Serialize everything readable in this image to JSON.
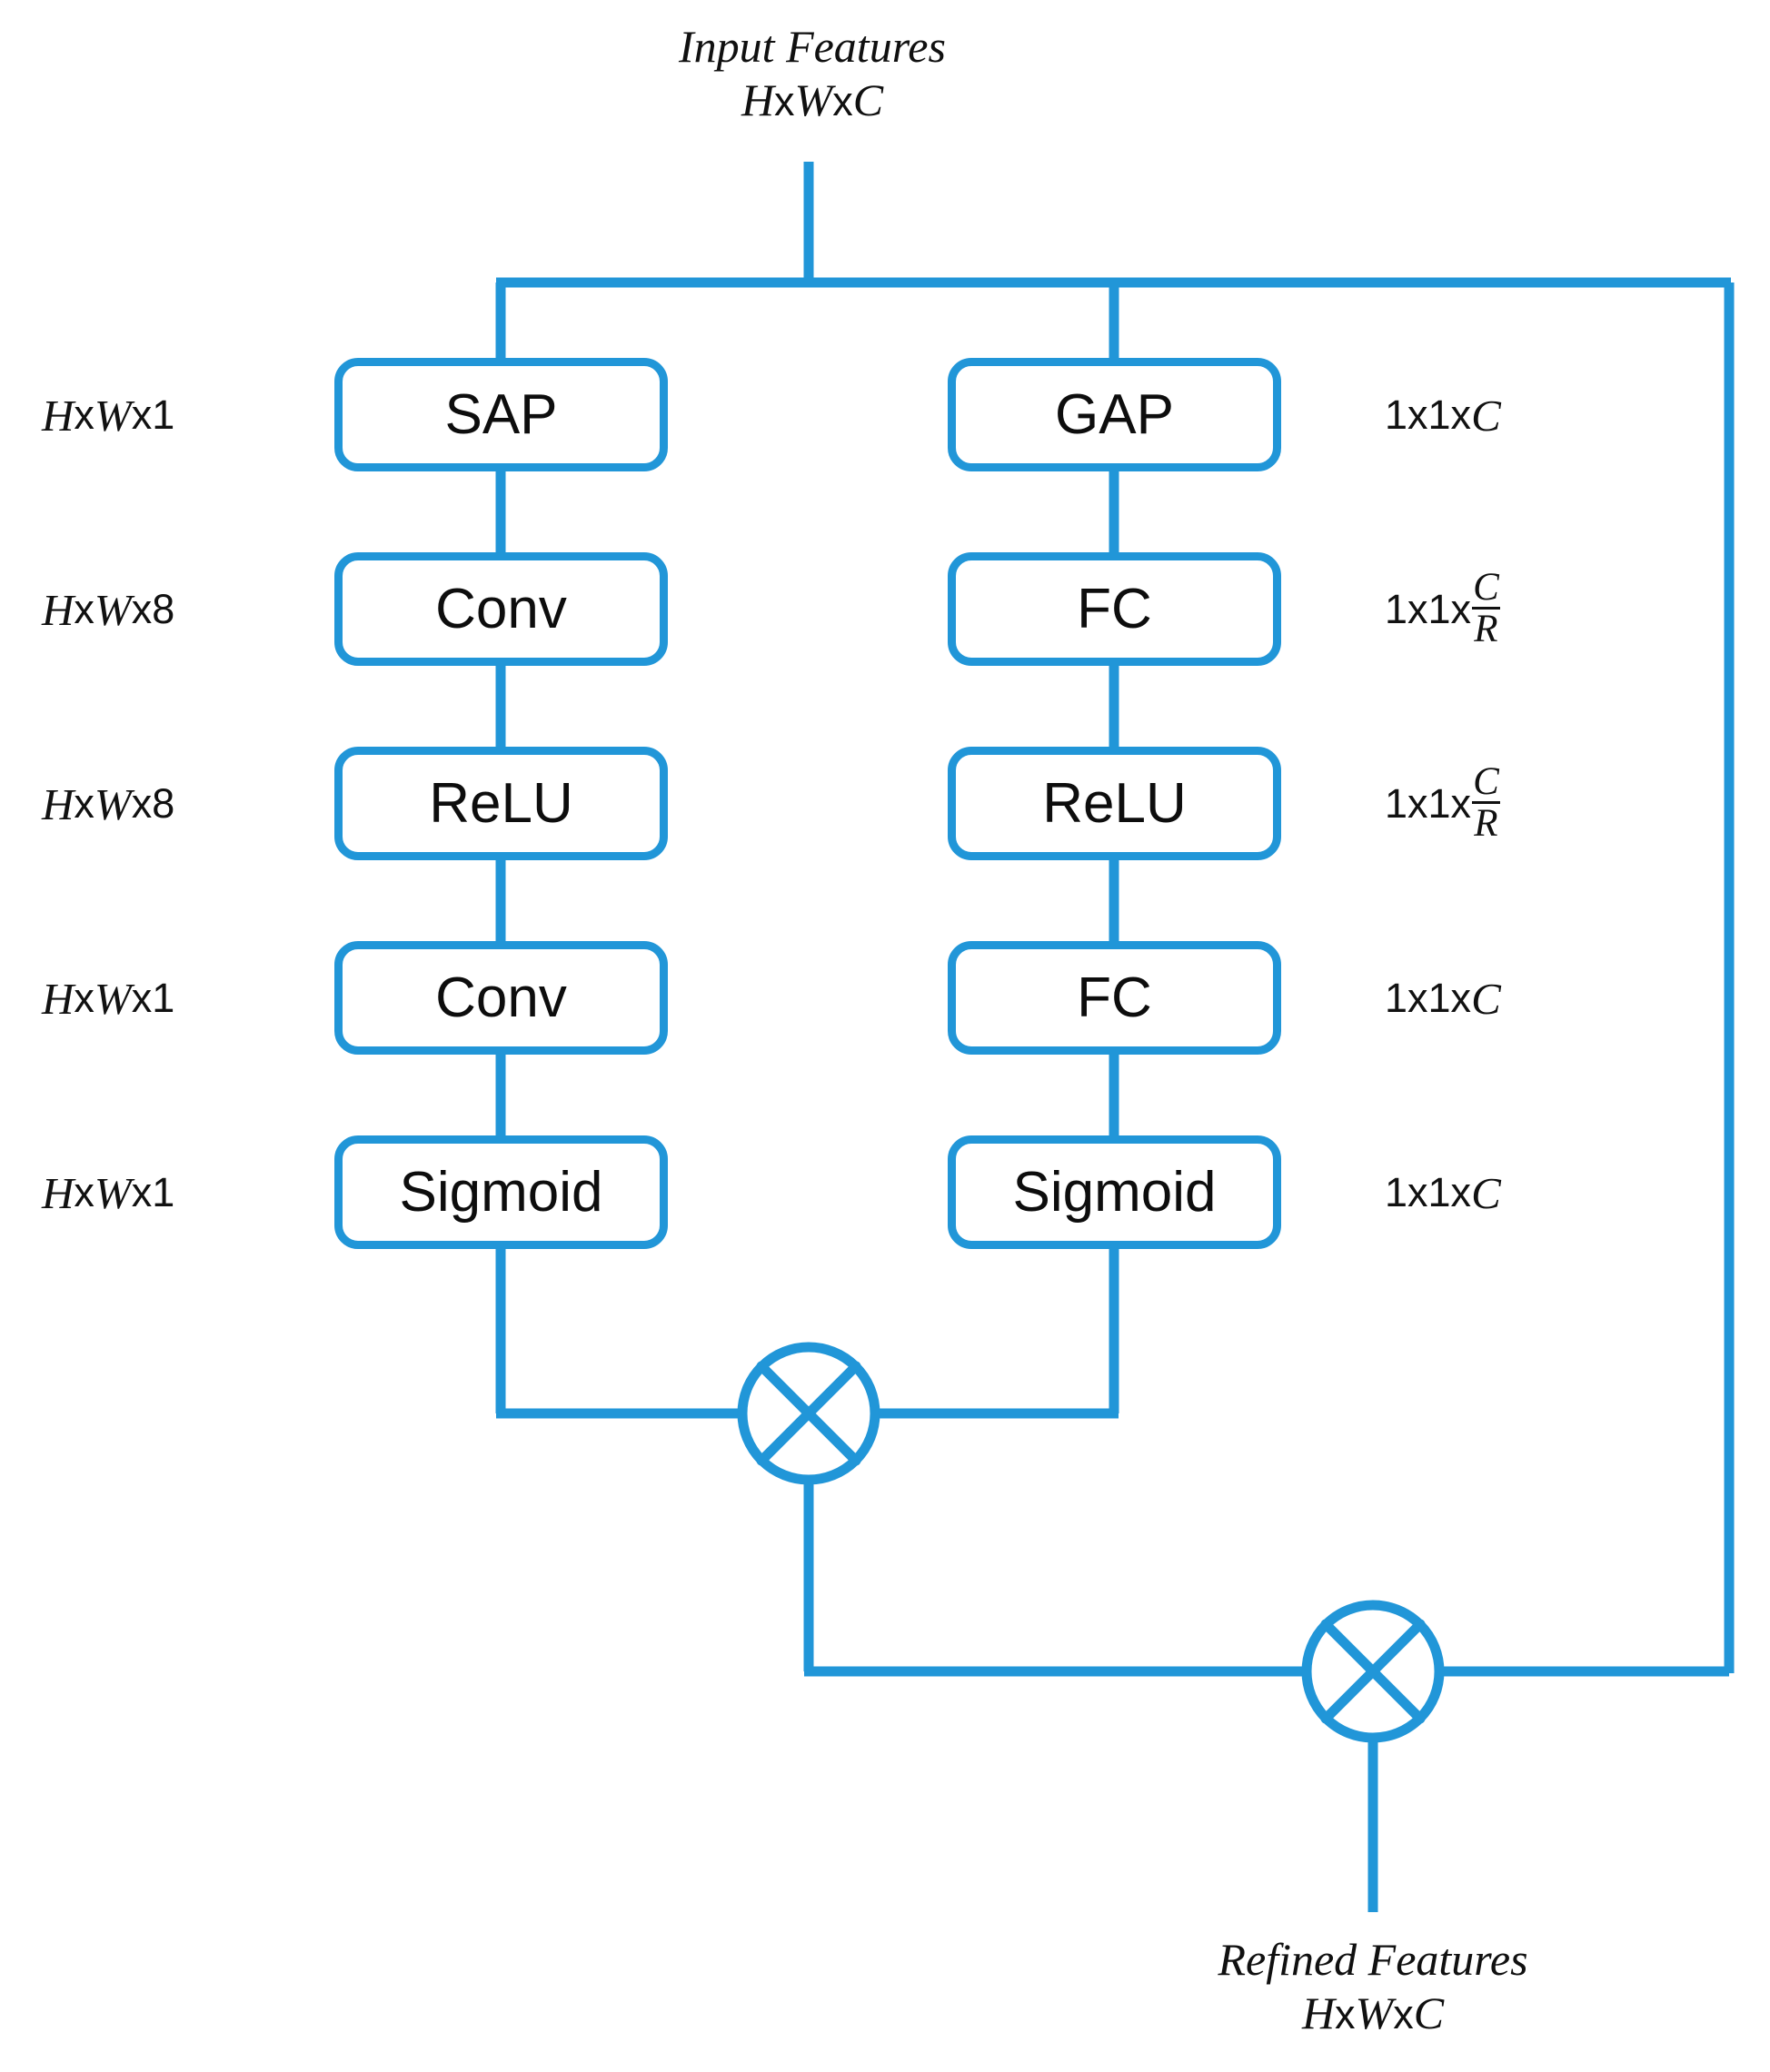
{
  "diagram": {
    "title_top": {
      "line1": "Input Features",
      "line2_H": "H",
      "line2_x1": "x",
      "line2_W": "W",
      "line2_x2": "x",
      "line2_C": "C"
    },
    "title_bottom": {
      "line1": "Refined Features",
      "line2_H": "H",
      "line2_x1": "x",
      "line2_W": "W",
      "line2_x2": "x",
      "line2_C": "C"
    },
    "accent_color": "#2196D8",
    "text_color": "#101010",
    "background": "#ffffff",
    "branches": [
      {
        "name": "spatial-attention",
        "nodes": [
          "SAP",
          "Conv",
          "ReLU",
          "Conv",
          "Sigmoid"
        ]
      },
      {
        "name": "channel-attention",
        "nodes": [
          "GAP",
          "FC",
          "ReLU",
          "FC",
          "Sigmoid"
        ]
      }
    ],
    "left_dims": [
      {
        "H": "H",
        "x1": "x",
        "W": "W",
        "x2": "x",
        "val": "1"
      },
      {
        "H": "H",
        "x1": "x",
        "W": "W",
        "x2": "x",
        "val": "8"
      },
      {
        "H": "H",
        "x1": "x",
        "W": "W",
        "x2": "x",
        "val": "8"
      },
      {
        "H": "H",
        "x1": "x",
        "W": "W",
        "x2": "x",
        "val": "1"
      },
      {
        "H": "H",
        "x1": "x",
        "W": "W",
        "x2": "x",
        "val": "1"
      }
    ],
    "right_dims": [
      {
        "prefix": "1x1x",
        "value": "C",
        "fraction": false
      },
      {
        "prefix": "1x1x",
        "numerator": "C",
        "denominator": "R",
        "fraction": true
      },
      {
        "prefix": "1x1x",
        "numerator": "C",
        "denominator": "R",
        "fraction": true
      },
      {
        "prefix": "1x1x",
        "value": "C",
        "fraction": false
      },
      {
        "prefix": "1x1x",
        "value": "C",
        "fraction": false
      }
    ],
    "operators": [
      {
        "name": "elementwise-multiply-attention",
        "symbol": "⊗"
      },
      {
        "name": "elementwise-multiply-residual",
        "symbol": "⊗"
      }
    ]
  }
}
